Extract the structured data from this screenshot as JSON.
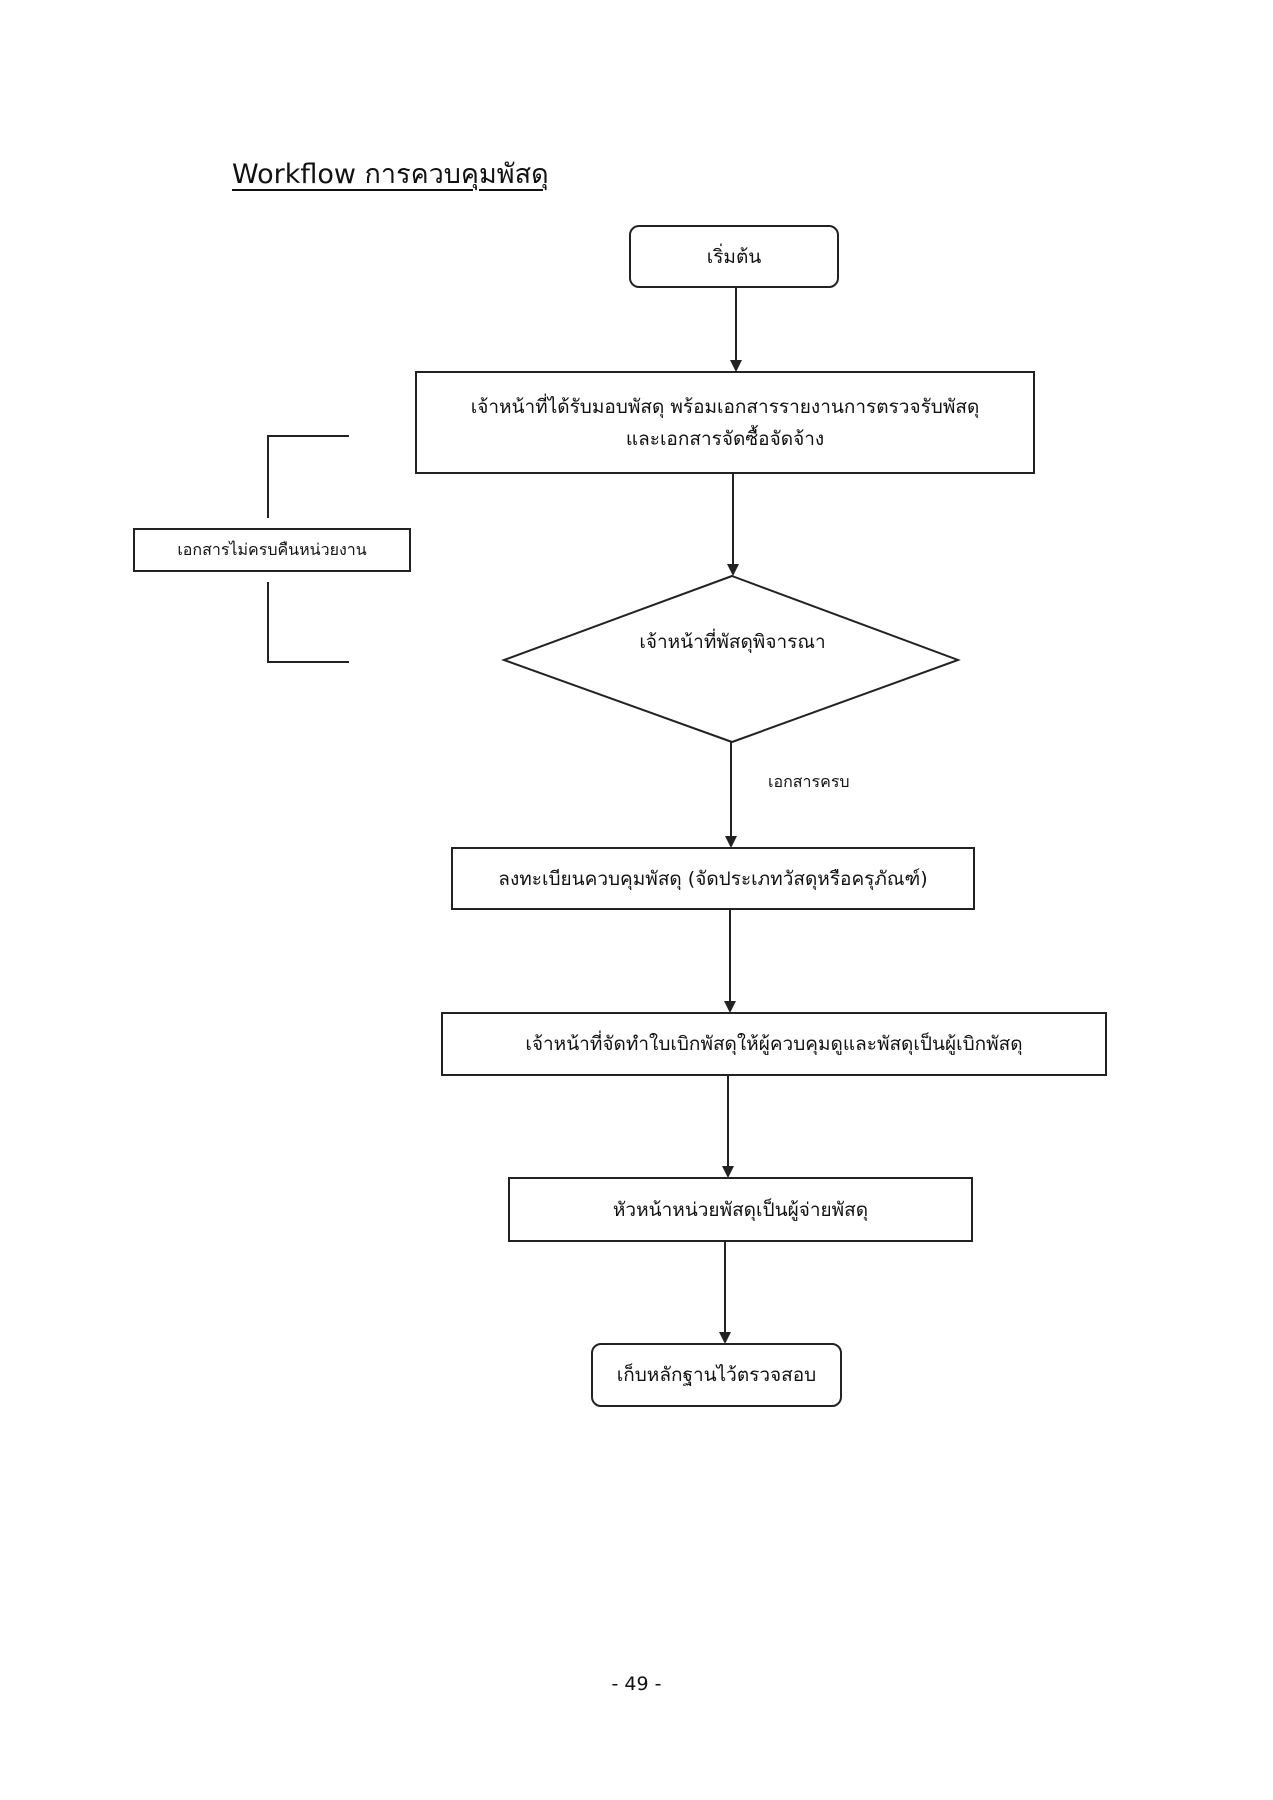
{
  "title": "Workflow การควบคุมพัสดุ",
  "nodes": {
    "start": "เริ่มต้น",
    "receive_line1": "เจ้าหน้าที่ได้รับมอบพัสดุ พร้อมเอกสารรายงานการตรวจรับพัสดุ",
    "receive_line2": "และเอกสารจัดซื้อจัดจ้าง",
    "reject": "เอกสารไม่ครบคืนหน่วยงาน",
    "decision": "เจ้าหน้าที่พัสดุพิจารณา",
    "register": "ลงทะเบียนควบคุมพัสดุ (จัดประเภทวัสดุหรือครุภัณฑ์)",
    "requisition": "เจ้าหน้าที่จัดทำใบเบิกพัสดุให้ผู้ควบคุมดูและพัสดุเป็นผู้เบิกพัสดุ",
    "dispense": "หัวหน้าหน่วยพัสดุเป็นผู้จ่ายพัสดุ",
    "archive": "เก็บหลักฐานไว้ตรวจสอบ"
  },
  "edge_labels": {
    "complete": "เอกสารครบ"
  },
  "footer": {
    "page_number": "- 49 -"
  }
}
